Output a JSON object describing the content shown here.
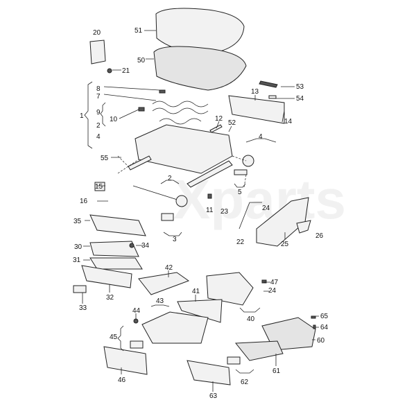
{
  "watermark": "Xparts",
  "labels": [
    {
      "id": "51",
      "text": "51"
    },
    {
      "id": "20",
      "text": "20"
    },
    {
      "id": "50",
      "text": "50"
    },
    {
      "id": "21",
      "text": "21"
    },
    {
      "id": "53",
      "text": "53"
    },
    {
      "id": "13",
      "text": "13"
    },
    {
      "id": "8",
      "text": "8"
    },
    {
      "id": "7",
      "text": "7"
    },
    {
      "id": "54",
      "text": "54"
    },
    {
      "id": "1",
      "text": "1"
    },
    {
      "id": "9",
      "text": "9"
    },
    {
      "id": "10",
      "text": "10"
    },
    {
      "id": "2a",
      "text": "2"
    },
    {
      "id": "12",
      "text": "12"
    },
    {
      "id": "52",
      "text": "52"
    },
    {
      "id": "14",
      "text": "14"
    },
    {
      "id": "4a",
      "text": "4"
    },
    {
      "id": "4b",
      "text": "4"
    },
    {
      "id": "55",
      "text": "55"
    },
    {
      "id": "15",
      "text": "15"
    },
    {
      "id": "16",
      "text": "16"
    },
    {
      "id": "2b",
      "text": "2"
    },
    {
      "id": "5",
      "text": "5"
    },
    {
      "id": "11",
      "text": "11"
    },
    {
      "id": "23",
      "text": "23"
    },
    {
      "id": "24a",
      "text": "24"
    },
    {
      "id": "35",
      "text": "35"
    },
    {
      "id": "22",
      "text": "22"
    },
    {
      "id": "25",
      "text": "25"
    },
    {
      "id": "26",
      "text": "26"
    },
    {
      "id": "3",
      "text": "3"
    },
    {
      "id": "30",
      "text": "30"
    },
    {
      "id": "34",
      "text": "34"
    },
    {
      "id": "31",
      "text": "31"
    },
    {
      "id": "42",
      "text": "42"
    },
    {
      "id": "47",
      "text": "47"
    },
    {
      "id": "24b",
      "text": "24"
    },
    {
      "id": "32",
      "text": "32"
    },
    {
      "id": "33",
      "text": "33"
    },
    {
      "id": "41",
      "text": "41"
    },
    {
      "id": "44",
      "text": "44"
    },
    {
      "id": "43",
      "text": "43"
    },
    {
      "id": "40",
      "text": "40"
    },
    {
      "id": "65",
      "text": "65"
    },
    {
      "id": "64",
      "text": "64"
    },
    {
      "id": "45",
      "text": "45"
    },
    {
      "id": "60",
      "text": "60"
    },
    {
      "id": "61",
      "text": "61"
    },
    {
      "id": "46",
      "text": "46"
    },
    {
      "id": "62",
      "text": "62"
    },
    {
      "id": "63",
      "text": "63"
    }
  ]
}
